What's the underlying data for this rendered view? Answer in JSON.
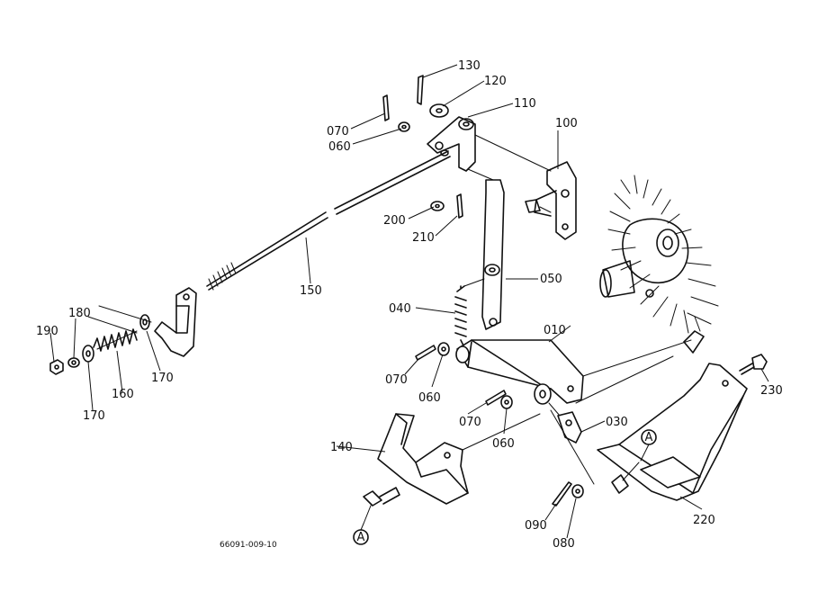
{
  "labels": {
    "p010": "010",
    "p030": "030",
    "p040": "040",
    "p050": "050",
    "p060a": "060",
    "p060b": "060",
    "p060c": "060",
    "p070a": "070",
    "p070b": "070",
    "p070c": "070",
    "p080": "080",
    "p090": "090",
    "p100": "100",
    "p110": "110",
    "p120": "120",
    "p130": "130",
    "p140": "140",
    "p150": "150",
    "p160": "160",
    "p170a": "170",
    "p170b": "170",
    "p180": "180",
    "p190": "190",
    "p200": "200",
    "p210": "210",
    "p220": "220",
    "p230": "230"
  },
  "ref_marks": {
    "a1": "A",
    "a2": "A"
  },
  "drawing_code": "66091-009-10"
}
